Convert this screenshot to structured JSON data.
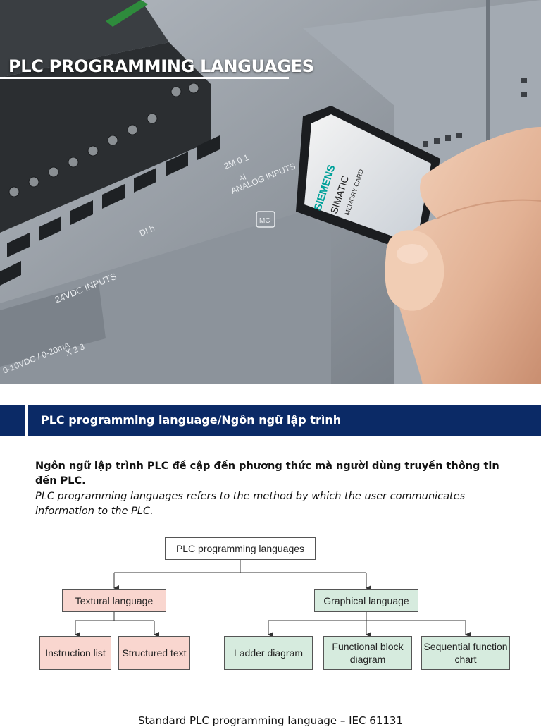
{
  "hero": {
    "title": "PLC PROGRAMMING LANGUAGES",
    "card_brand": "SIEMENS",
    "card_line1": "SIMATIC",
    "card_line2": "MEMORY CARD",
    "panel_label_inputs": "24VDC INPUTS",
    "panel_label_analog": "ANALOG INPUTS",
    "panel_label_di": "DI b",
    "panel_label_mc": "MC",
    "panel_label_ai": "2M  0  1",
    "panel_label_ai2": "AI",
    "panel_label_range": "0-10VDC / 0-20mA",
    "panel_label_x": "X 2 3"
  },
  "banner": {
    "title": "PLC programming language/Ngôn ngữ lập trình"
  },
  "description": {
    "vietnamese": "Ngôn ngữ lập trình PLC đề cập đến phương thức mà người dùng truyền thông tin đến PLC.",
    "english": "PLC programming languages refers to the method by which the user communicates information to the PLC."
  },
  "diagram": {
    "root": "PLC programming languages",
    "textual": "Textural language",
    "graphical": "Graphical language",
    "instruction_list": "Instruction list",
    "structured_text": "Structured text",
    "ladder": "Ladder diagram",
    "fbd": "Functional block diagram",
    "sfc": "Sequential function chart"
  },
  "footer": {
    "text": "Standard PLC programming language – IEC 61131"
  },
  "colors": {
    "banner": "#0b2a66",
    "textual_fill": "#f9d6cf",
    "graphical_fill": "#d6ebde"
  }
}
